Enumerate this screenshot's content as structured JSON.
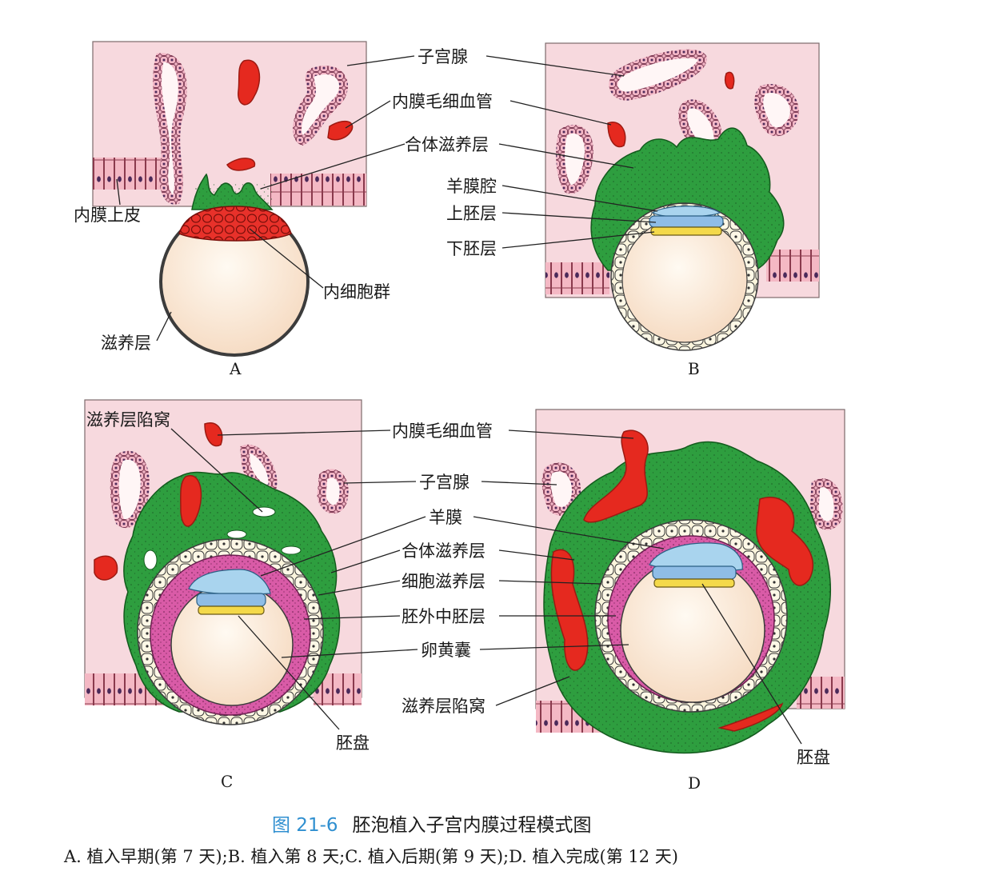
{
  "labels": {
    "uterine_gland": "子宫腺",
    "endometrial_capillary": "内膜毛细血管",
    "syncytiotrophoblast": "合体滋养层",
    "amniotic_cavity": "羊膜腔",
    "epiblast": "上胚层",
    "hypoblast": "下胚层",
    "endometrial_epithelium": "内膜上皮",
    "inner_cell_mass": "内细胞群",
    "trophoblast": "滋养层",
    "trophoblast_lacunae": "滋养层陷窝",
    "amnion": "羊膜",
    "cytotrophoblast": "细胞滋养层",
    "extraembryonic_mesoderm": "胚外中胚层",
    "yolk_sac": "卵黄囊",
    "embryonic_disc": "胚盘"
  },
  "panels": [
    "A",
    "B",
    "C",
    "D"
  ],
  "caption": {
    "figure_number": "图 21-6",
    "title": "胚泡植入子宫内膜过程模式图",
    "legend": "A. 植入早期(第 7 天);B. 植入第 8 天;C. 植入后期(第 9 天);D. 植入完成(第 12 天)"
  },
  "colors": {
    "endometrium": "#f7d9de",
    "syncytiotrophoblast": "#2e9e3f",
    "blood": "#e5291f",
    "amnion_blue": "#a9d4ee",
    "yolk_yellow": "#f4d94a",
    "mesoderm_pink": "#d95ba7",
    "blastocoel": "#fbeee0",
    "caption_blue": "#2f8fd0"
  }
}
